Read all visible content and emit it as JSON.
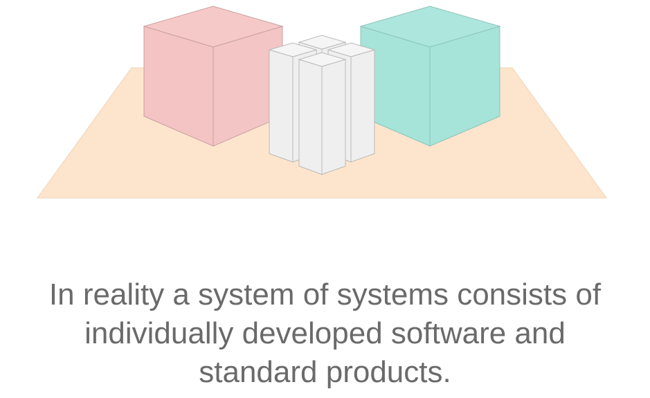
{
  "caption": {
    "lines": [
      "In reality a system of systems consists of",
      "individually developed software and",
      "standard products."
    ]
  },
  "colors": {
    "platform": "#fde5cd",
    "platform_edge": "#efd2b5",
    "pink_front": "#f4c4c4",
    "pink_side": "#f4c5c5",
    "pink_top": "#f6c9c9",
    "pink_edge": "#c9a0a0",
    "teal_front": "#a6e3d8",
    "teal_side": "#a6e3d8",
    "teal_top": "#ade6dc",
    "teal_edge": "#8cc4ba",
    "pillar_fill": "#efefef",
    "pillar_top": "#f5f5f5",
    "pillar_edge": "#b9b9b9",
    "caption_text": "#6a6a6a"
  }
}
